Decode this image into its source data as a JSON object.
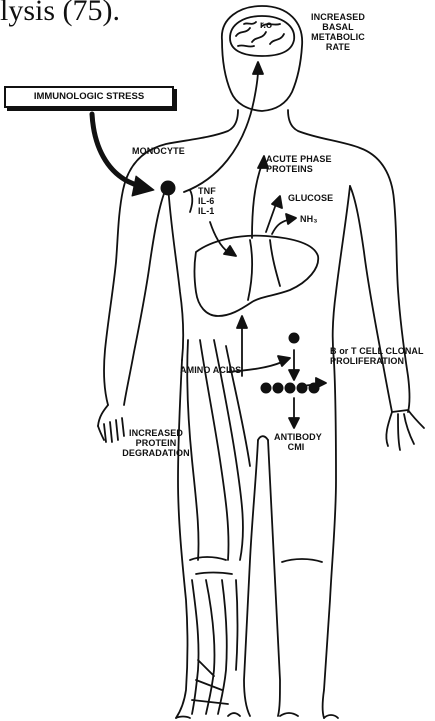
{
  "caption_fragment": "lysis (75).",
  "labels": {
    "increased_bmr": [
      "INCREASED",
      "BASAL",
      "METABOLIC",
      "RATE"
    ],
    "immunologic_stress": "IMMUNOLOGIC STRESS",
    "monocyte": "MONOCYTE",
    "cytokines": [
      "TNF",
      "IL-6",
      "IL-1"
    ],
    "acute_phase": [
      "ACUTE PHASE",
      "PROTEINS"
    ],
    "glucose": "GLUCOSE",
    "nh3": "NH₃",
    "amino_acids": "AMINO ACIDS",
    "clonal": [
      "B or T CELL CLONAL",
      "PROLIFERATION"
    ],
    "antibody": [
      "ANTIBODY",
      "CMI"
    ],
    "protein_deg": [
      "INCREASED",
      "PROTEIN",
      "DEGRADATION"
    ],
    "brain_mark": "r.o"
  },
  "colors": {
    "ink": "#111111",
    "paper": "#ffffff"
  }
}
